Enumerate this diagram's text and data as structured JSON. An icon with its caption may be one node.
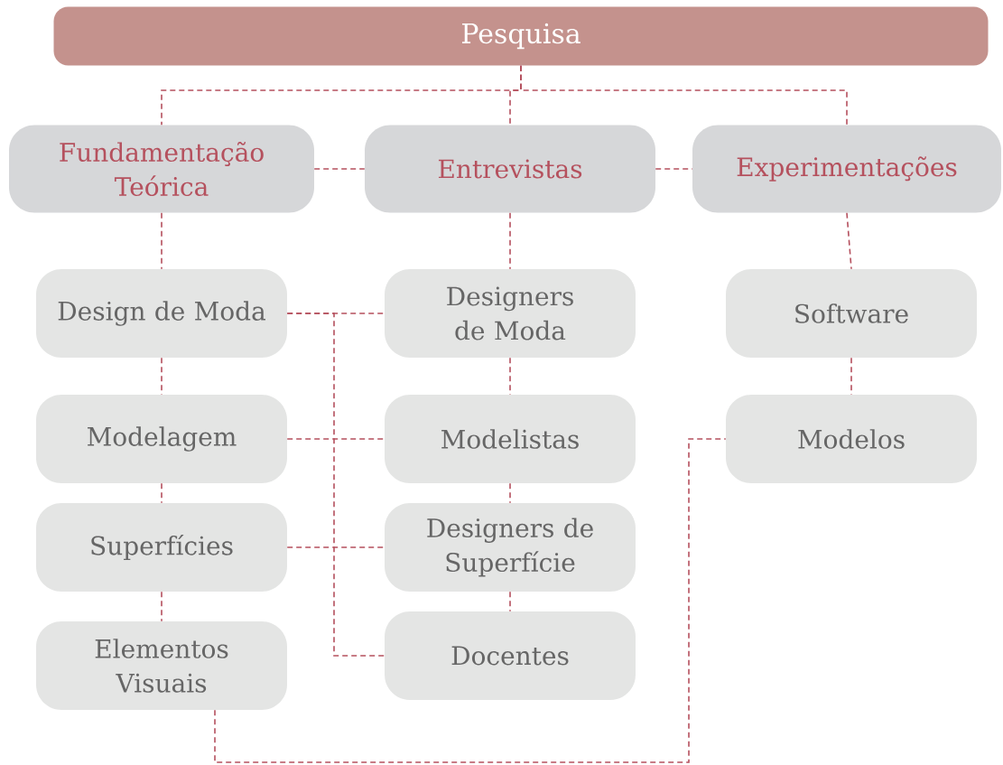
{
  "diagram": {
    "nodes": [
      {
        "text": [
          "Pesquisa"
        ]
      },
      {
        "text": [
          "Fundamentação Teórica"
        ]
      },
      {
        "text": [
          "Entrevistas"
        ]
      },
      {
        "text": [
          "Experimentações"
        ]
      },
      {
        "text": [
          "Design de Moda"
        ]
      },
      {
        "text": [
          "Modelagem"
        ]
      },
      {
        "text": [
          "Superfícies"
        ]
      },
      {
        "text": [
          "Elementos Visuais"
        ]
      },
      {
        "text": [
          "Designers de Moda"
        ]
      },
      {
        "text": [
          "Modelistas"
        ]
      },
      {
        "text": [
          "Designers de Superfície"
        ]
      },
      {
        "text": [
          "Docentes"
        ]
      },
      {
        "text": [
          "Software"
        ]
      },
      {
        "text": [
          "Modelos"
        ]
      }
    ],
    "edges": [
      {
        "from": 0,
        "to": 1,
        "arrow": "none"
      },
      {
        "from": 0,
        "to": 2,
        "arrow": "none"
      },
      {
        "from": 0,
        "to": 3,
        "arrow": "none"
      },
      {
        "from": 1,
        "to": 2,
        "arrow": "none"
      },
      {
        "from": 2,
        "to": 3,
        "arrow": "none"
      },
      {
        "from": 1,
        "to": 4,
        "arrow": "none"
      },
      {
        "from": 4,
        "to": 5,
        "arrow": "none"
      },
      {
        "from": 5,
        "to": 6,
        "arrow": "none"
      },
      {
        "from": 6,
        "to": 7,
        "arrow": "none"
      },
      {
        "from": 2,
        "to": 8,
        "arrow": "none"
      },
      {
        "from": 8,
        "to": 9,
        "arrow": "none"
      },
      {
        "from": 9,
        "to": 10,
        "arrow": "none"
      },
      {
        "from": 10,
        "to": 11,
        "arrow": "none"
      },
      {
        "from": 3,
        "to": 12,
        "arrow": "none"
      },
      {
        "from": 12,
        "to": 13,
        "arrow": "none"
      },
      {
        "from": 4,
        "to": 8,
        "arrow": "none"
      },
      {
        "from": 5,
        "to": 9,
        "arrow": "none"
      },
      {
        "from": 6,
        "to": 10,
        "arrow": "none"
      },
      {
        "from": 4,
        "to": 11,
        "arrow": "none"
      },
      {
        "from": 7,
        "to": 13,
        "arrow": "none"
      }
    ]
  }
}
